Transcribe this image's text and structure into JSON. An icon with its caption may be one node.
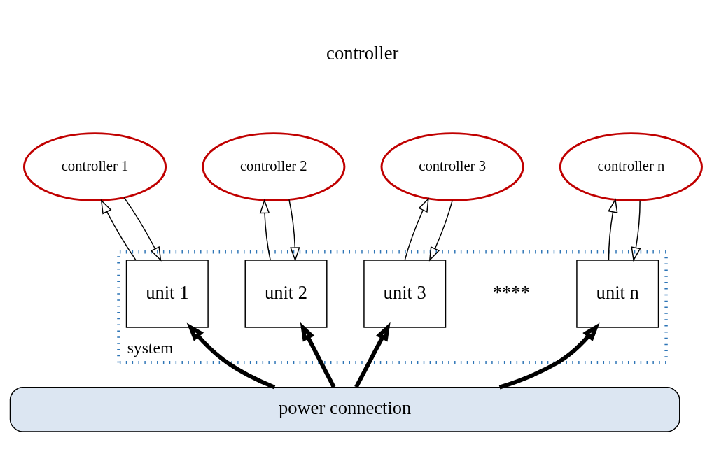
{
  "diagram": {
    "nodes": [
      {
        "text": [
          "controller 1"
        ]
      },
      {
        "text": [
          "controller 2"
        ]
      },
      {
        "text": [
          "controller 3"
        ]
      },
      {
        "text": [
          "controller n"
        ]
      },
      {
        "text": [
          "system"
        ]
      },
      {
        "text": [
          "unit 1"
        ],
        "in": 4
      },
      {
        "text": [
          "unit 2"
        ],
        "in": 4
      },
      {
        "text": [
          "unit 3"
        ],
        "in": 4
      },
      {
        "text": [
          "unit n"
        ],
        "in": 4
      },
      {
        "text": [
          "power connection"
        ]
      }
    ],
    "edges": [
      {
        "from": 5,
        "to": 0,
        "arrow": "to"
      },
      {
        "from": 0,
        "to": 5,
        "arrow": "to"
      },
      {
        "from": 6,
        "to": 1,
        "arrow": "to"
      },
      {
        "from": 1,
        "to": 6,
        "arrow": "to"
      },
      {
        "from": 7,
        "to": 2,
        "arrow": "to"
      },
      {
        "from": 2,
        "to": 7,
        "arrow": "to"
      },
      {
        "from": 8,
        "to": 3,
        "arrow": "to"
      },
      {
        "from": 3,
        "to": 8,
        "arrow": "to"
      },
      {
        "from": 9,
        "to": 5,
        "arrow": "to",
        "style": "thick"
      },
      {
        "from": 9,
        "to": 6,
        "arrow": "to",
        "style": "thick"
      },
      {
        "from": 9,
        "to": 7,
        "arrow": "to",
        "style": "thick"
      },
      {
        "from": 9,
        "to": 8,
        "arrow": "to",
        "style": "thick"
      }
    ],
    "labels": [
      "controller",
      "****"
    ]
  }
}
